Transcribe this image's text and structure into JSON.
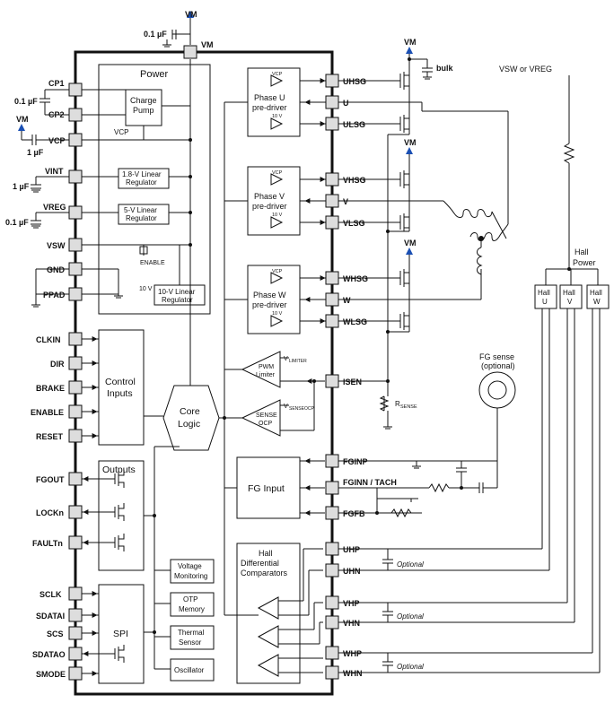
{
  "supply": {
    "vm": "VM",
    "vm_cap": "0.1 µF",
    "vm_pin": "VM",
    "bulk": "bulk",
    "vsw_vreg": "VSW or VREG"
  },
  "pins_left": {
    "cp1": "CP1",
    "cp2": "CP2",
    "vcp": "VCP",
    "vint": "VINT",
    "vreg": "VREG",
    "vsw": "VSW",
    "gnd": "GND",
    "ppad": "PPAD",
    "clkin": "CLKIN",
    "dir": "DIR",
    "brake": "BRAKE",
    "enable": "ENABLE",
    "reset": "RESET",
    "fgout": "FGOUT",
    "lockn": "LOCKn",
    "faultn": "FAULTn",
    "sclk": "SCLK",
    "sdatai": "SDATAI",
    "scs": "SCS",
    "sdatao": "SDATAO",
    "smode": "SMODE"
  },
  "caps_left": {
    "cp": "0.1 µF",
    "vcp": "1 µF",
    "vint": "1 µF",
    "vreg": "0.1 µF"
  },
  "pins_right": {
    "uhsg": "UHSG",
    "u": "U",
    "ulsg": "ULSG",
    "vhsg": "VHSG",
    "v": "V",
    "vlsg": "VLSG",
    "whsg": "WHSG",
    "w": "W",
    "wlsg": "WLSG",
    "isen": "ISEN",
    "fginp": "FGINP",
    "fginn": "FGINN / TACH",
    "fgfb": "FGFB",
    "uhp": "UHP",
    "uhn": "UHN",
    "vhp": "VHP",
    "vhn": "VHN",
    "whp": "WHP",
    "whn": "WHN"
  },
  "power": {
    "title": "Power",
    "charge_pump": [
      "Charge",
      "Pump"
    ],
    "vcp": "VCP",
    "reg18": [
      "1.8-V Linear",
      "Regulator"
    ],
    "reg5": [
      "5-V Linear",
      "Regulator"
    ],
    "enable": "ENABLE",
    "v10": "10 V",
    "reg10": [
      "10-V Linear",
      "Regulator"
    ]
  },
  "predrivers": {
    "u": [
      "Phase U",
      "pre-driver"
    ],
    "v": [
      "Phase V",
      "pre-driver"
    ],
    "w": [
      "Phase W",
      "pre-driver"
    ],
    "vcp": "VCP",
    "v10": "10 V"
  },
  "blocks": {
    "control": [
      "Control",
      "Inputs"
    ],
    "core": [
      "Core",
      "Logic"
    ],
    "outputs": "Outputs",
    "spi": "SPI",
    "voltage_mon": [
      "Voltage",
      "Monitoring"
    ],
    "otp": [
      "OTP",
      "Memory"
    ],
    "thermal": [
      "Thermal",
      "Sensor"
    ],
    "oscillator": "Oscillator",
    "fg_input": "FG Input",
    "hall_comp": [
      "Hall",
      "Differential",
      "Comparators"
    ]
  },
  "comparators": {
    "pwm": [
      "PWM",
      "Limiter"
    ],
    "ocp": [
      "SENSE",
      "OCP"
    ],
    "vlimiter": "LIMITER",
    "vsenseocp": "SENSEOCP",
    "v": "V"
  },
  "external": {
    "fg_sense": [
      "FG sense",
      "(optional)"
    ],
    "rsense": "SENSE",
    "r": "R",
    "hall_power": [
      "Hall",
      "Power"
    ],
    "hall_u": [
      "Hall",
      "U"
    ],
    "hall_v": [
      "Hall",
      "V"
    ],
    "hall_w": [
      "Hall",
      "W"
    ],
    "optional": "Optional"
  }
}
